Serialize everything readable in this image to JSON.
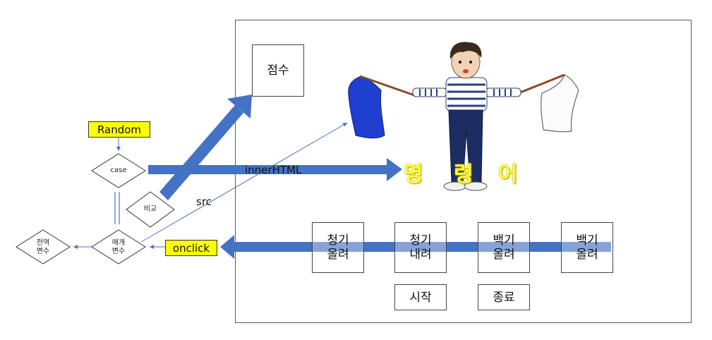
{
  "colors": {
    "arrow_blue": "#4472c4",
    "label_yellow": "#ffff00",
    "command_yellow": "#ffff33",
    "flag_blue": "#1f3fd1"
  },
  "diagram": {
    "random_label": "Random",
    "case_label": "case",
    "compare_label": "비교",
    "param_var_label": "매개\n변수",
    "global_var_label": "전역\n변수",
    "onclick_label": "onclick",
    "innerhtml_label": "innerHTML",
    "src_label": "src"
  },
  "game": {
    "score_label": "점수",
    "command_chars": [
      "명",
      "령",
      "어"
    ],
    "buttons": [
      {
        "label": "청기\n올려"
      },
      {
        "label": "청기\n내려"
      },
      {
        "label": "백기\n올려"
      },
      {
        "label": "백기\n올려"
      }
    ],
    "start_label": "시작",
    "end_label": "종료"
  }
}
